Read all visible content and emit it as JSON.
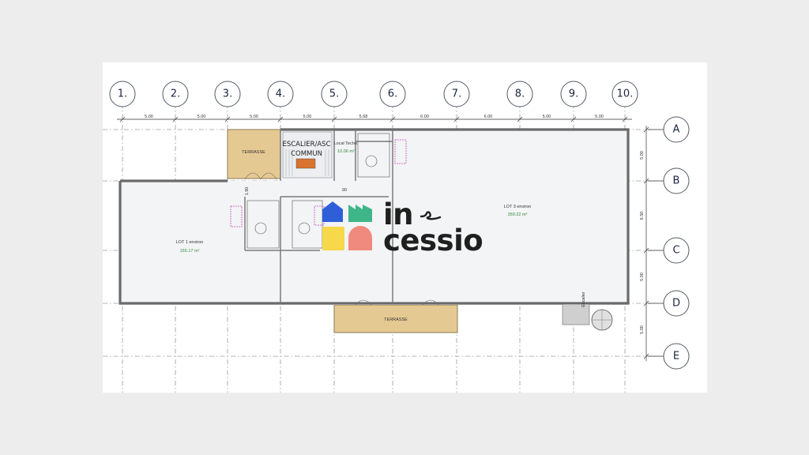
{
  "plan": {
    "column_labels": [
      "1.",
      "2.",
      "3.",
      "4.",
      "5.",
      "6.",
      "7.",
      "8.",
      "9.",
      "10."
    ],
    "row_labels": [
      "A",
      "B",
      "C",
      "D",
      "E"
    ],
    "column_dims": [
      "5.00",
      "5.00",
      "5.00",
      "5.00",
      "5.68",
      "6.00",
      "6.00",
      "5.00",
      "5.00"
    ],
    "row_dims": [
      "5.00",
      "6.50",
      "5.00",
      "5.00"
    ],
    "rooms": {
      "terrasse_top": "TERRASSE",
      "terrasse_bottom": "TERRASSE",
      "escalier_line1": "ESCALIER/ASC",
      "escalier_line2": "COMMUN",
      "local_techn": "Local Techn.",
      "local_techn_area": "10.06 m²",
      "lot1": "LOT 1 environ",
      "lot1_area": "155.17 m²",
      "lot3": "LOT 3 environ",
      "lot3_area": "359.22 m²",
      "small_dim": "1.90",
      "small_dim2": "90",
      "escalier_ext": "Escalier"
    }
  },
  "logo": {
    "line1": "in",
    "line2": "cessio",
    "colors": {
      "blue": "#2f5fd8",
      "green": "#3fb68a",
      "yellow": "#f6d84a",
      "coral": "#f08a7e"
    }
  }
}
